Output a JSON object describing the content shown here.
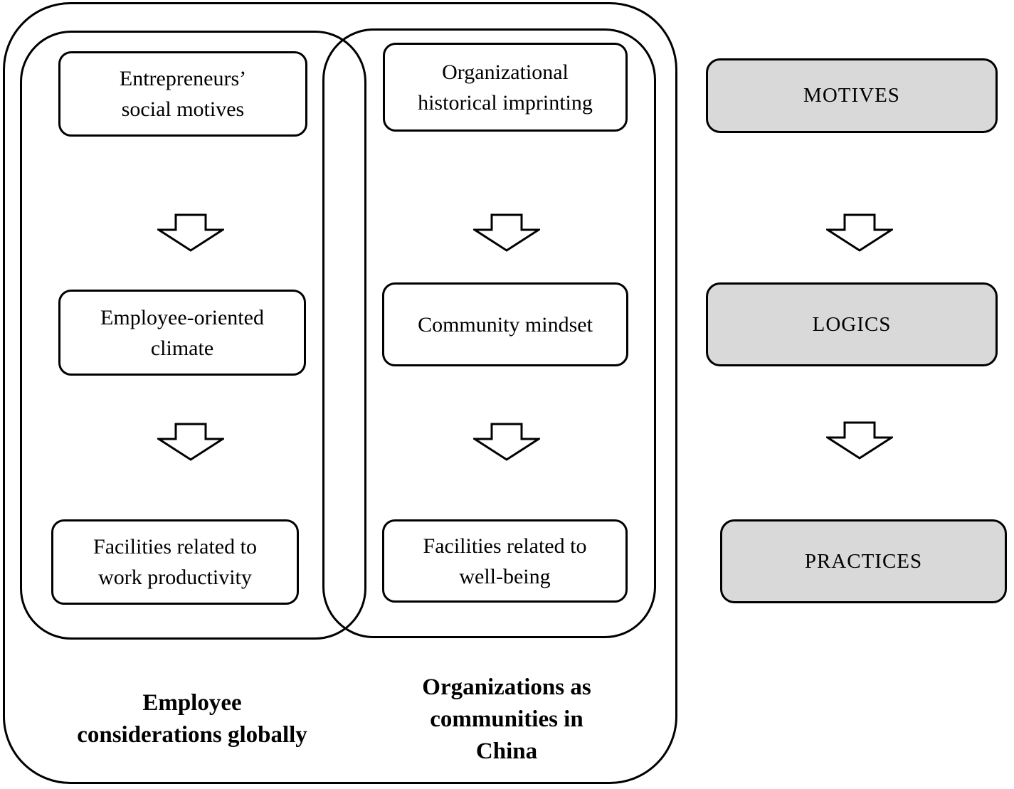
{
  "figure": {
    "left_flow": {
      "caption": "Employee\nconsiderations globally",
      "boxes": [
        {
          "label": "Entrepreneurs’\nsocial motives"
        },
        {
          "label": "Employee-oriented\nclimate"
        },
        {
          "label": "Facilities related to\nwork productivity"
        }
      ]
    },
    "right_flow": {
      "caption": "Organizations as\ncommunities in\nChina",
      "boxes": [
        {
          "label": "Organizational\nhistorical imprinting"
        },
        {
          "label": "Community mindset"
        },
        {
          "label": "Facilities related to\nwell-being"
        }
      ]
    },
    "stage_flow": {
      "boxes": [
        {
          "label": "MOTIVES"
        },
        {
          "label": "LOGICS"
        },
        {
          "label": "PRACTICES"
        }
      ]
    },
    "icons": {
      "arrow": "down-block-arrow"
    },
    "colors": {
      "stage_fill": "#d9d9d9",
      "line": "#000000",
      "background": "#ffffff"
    }
  }
}
